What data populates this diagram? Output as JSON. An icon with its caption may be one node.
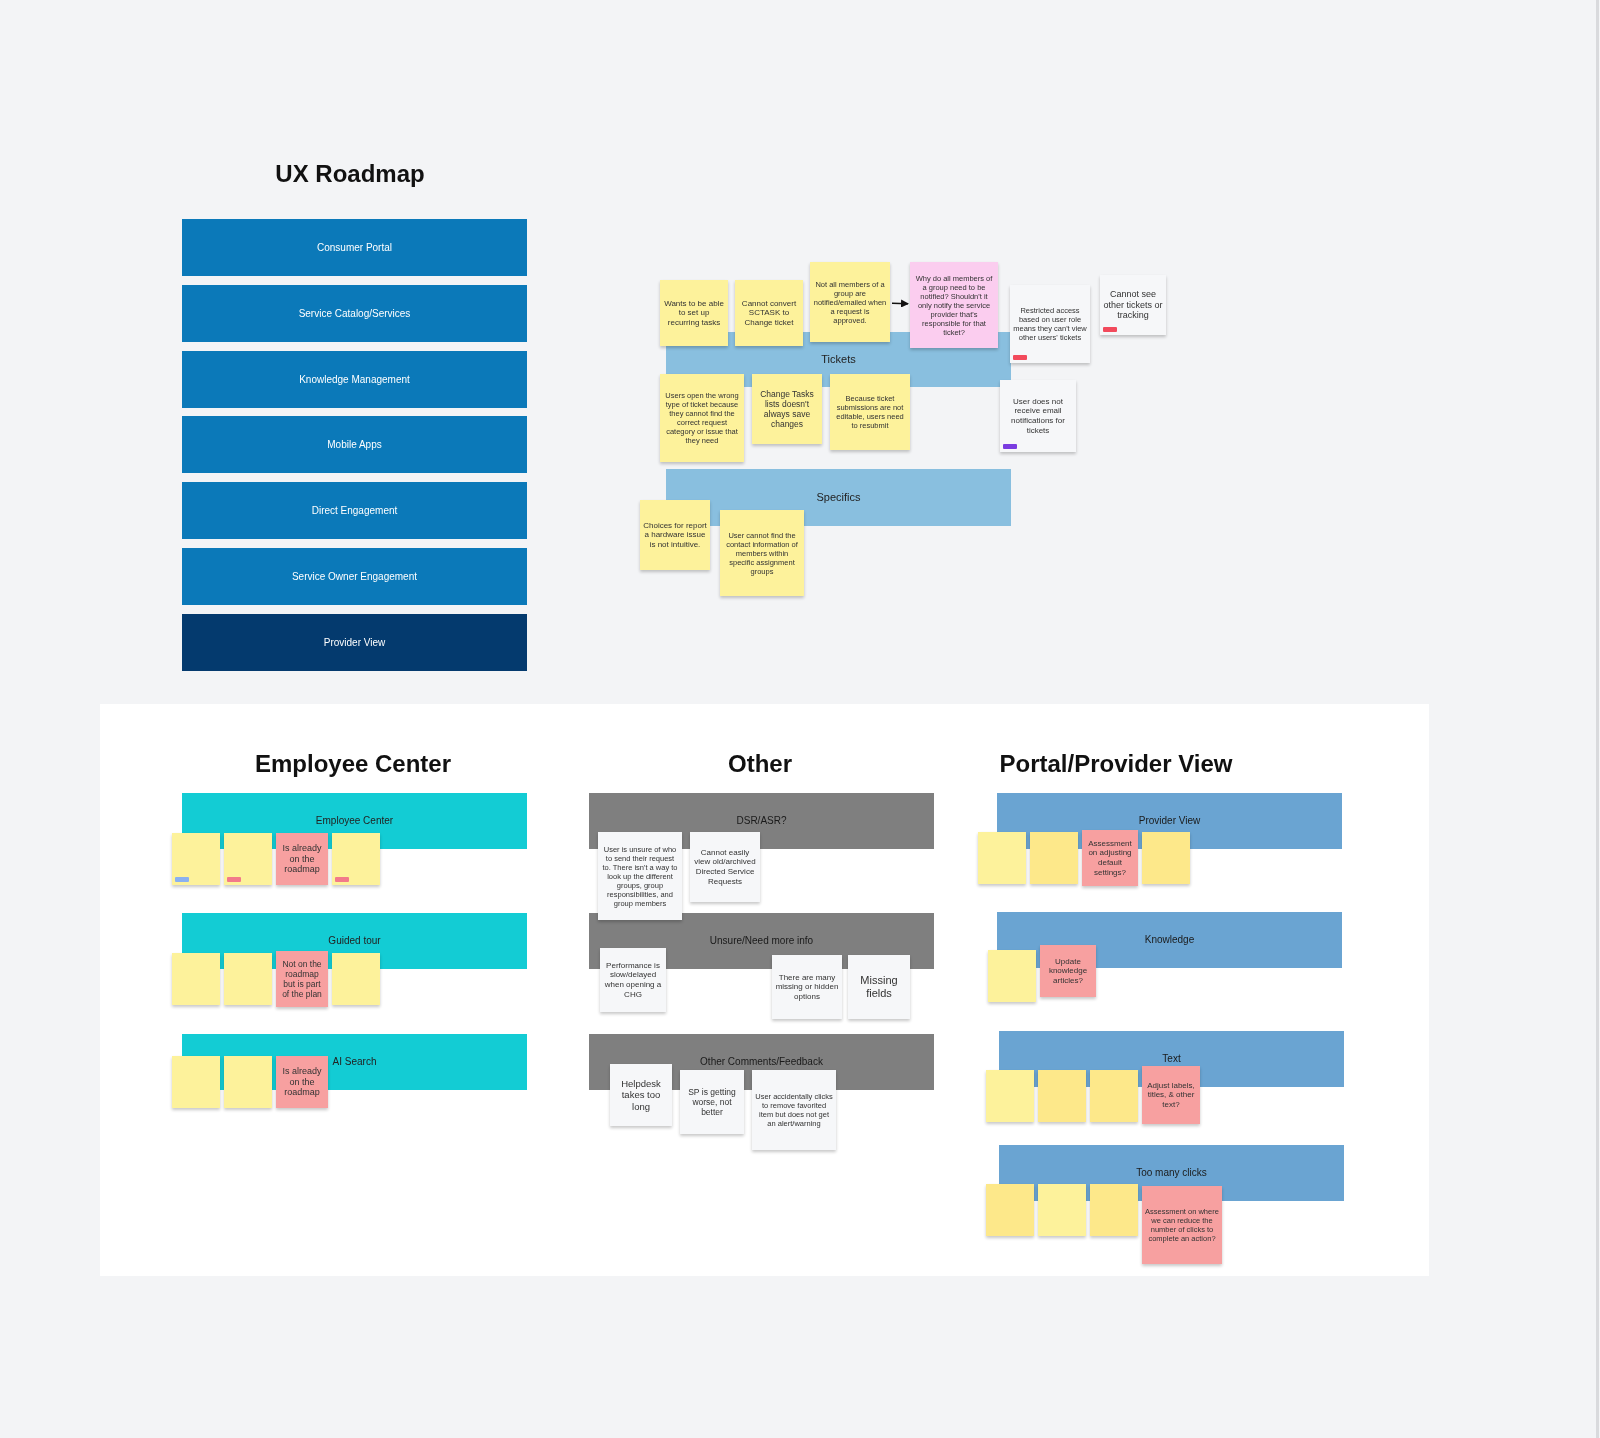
{
  "diagram": {
    "title": "UX Roadmap",
    "nodes": [
      {
        "text": [
          "Consumer Portal"
        ]
      },
      {
        "text": [
          "Service Catalog/Services"
        ]
      },
      {
        "text": [
          "Knowledge Management"
        ]
      },
      {
        "text": [
          "Mobile Apps"
        ]
      },
      {
        "text": [
          "Direct Engagement"
        ]
      },
      {
        "text": [
          "Service Owner Engagement"
        ]
      },
      {
        "text": [
          "Provider View"
        ]
      },
      {
        "text": [
          "Tickets"
        ]
      },
      {
        "text": [
          "Wants to be able to set up recurring tasks"
        ]
      },
      {
        "text": [
          "Cannot convert SCTASK to Change ticket"
        ]
      },
      {
        "text": [
          "Not all members of a group are notified/emailed when a request is approved."
        ]
      },
      {
        "text": [
          "Why do all members of a group need to be notified? Shouldn't it only notify the service provider that's responsible for that ticket?"
        ]
      },
      {
        "text": [
          "Restricted access based on user role means they can't view other users' tickets"
        ]
      },
      {
        "text": [
          "Cannot see other tickets or tracking"
        ]
      },
      {
        "text": [
          "Users open the wrong type of ticket because they cannot find the correct request category or issue that they need"
        ]
      },
      {
        "text": [
          "Change Tasks lists doesn't always save changes"
        ]
      },
      {
        "text": [
          "Because ticket submissions are not editable, users need to resubmit"
        ]
      },
      {
        "text": [
          "User does not receive email notifications for tickets"
        ]
      },
      {
        "text": [
          "Specifics"
        ]
      },
      {
        "text": [
          "Choices for report a hardware issue is not intuitive."
        ]
      },
      {
        "text": [
          "User cannot find the contact information of members within specific assignment groups"
        ]
      },
      {
        "text": [
          "Employee Center"
        ]
      },
      {
        "text": [],
        "shape": "box"
      },
      {
        "text": [],
        "shape": "box"
      },
      {
        "text": [],
        "shape": "box"
      },
      {
        "text": [
          "Is already on the roadmap"
        ]
      },
      {
        "text": [
          "Guided tour"
        ]
      },
      {
        "text": [],
        "shape": "box"
      },
      {
        "text": [],
        "shape": "box"
      },
      {
        "text": [],
        "shape": "box"
      },
      {
        "text": [
          "Not on the roadmap but is part of the plan"
        ]
      },
      {
        "text": [
          "AI Search"
        ]
      },
      {
        "text": [],
        "shape": "box"
      },
      {
        "text": [],
        "shape": "box"
      },
      {
        "text": [
          "Is already on the roadmap"
        ]
      },
      {
        "text": [
          "DSR/ASR?"
        ]
      },
      {
        "text": [
          "User is unsure of who to send their request to. There isn't a way to look up the different groups, group responsibilities, and group members"
        ]
      },
      {
        "text": [
          "Cannot easily view old/archived Directed Service Requests"
        ]
      },
      {
        "text": [
          "Unsure/Need more info"
        ]
      },
      {
        "text": [
          "Performance is slow/delayed when opening a CHG"
        ]
      },
      {
        "text": [
          "There are many missing or hidden options"
        ]
      },
      {
        "text": [
          "Missing fields"
        ]
      },
      {
        "text": [
          "Other Comments/Feedback"
        ]
      },
      {
        "text": [
          "Helpdesk takes too long"
        ]
      },
      {
        "text": [
          "SP is getting worse, not better"
        ]
      },
      {
        "text": [
          "User accidentally clicks to remove favorited item but does not get an alert/warning"
        ]
      },
      {
        "text": [
          "Provider View"
        ]
      },
      {
        "text": [],
        "shape": "box"
      },
      {
        "text": [],
        "shape": "box"
      },
      {
        "text": [],
        "shape": "box"
      },
      {
        "text": [
          "Assessment on adjusting default settings?"
        ]
      },
      {
        "text": [
          "Knowledge"
        ]
      },
      {
        "text": [],
        "shape": "box"
      },
      {
        "text": [
          "Update knowledge articles?"
        ]
      },
      {
        "text": [
          "Text"
        ]
      },
      {
        "text": [],
        "shape": "box"
      },
      {
        "text": [],
        "shape": "box"
      },
      {
        "text": [],
        "shape": "box"
      },
      {
        "text": [
          "Adjust labels, titles, & other text?"
        ]
      },
      {
        "text": [
          "Too many clicks"
        ]
      },
      {
        "text": [],
        "shape": "box"
      },
      {
        "text": [],
        "shape": "box"
      },
      {
        "text": [],
        "shape": "box"
      },
      {
        "text": [
          "Assessment on where we can reduce the number of clicks to complete an action?"
        ]
      }
    ],
    "edges": [
      {
        "from": 10,
        "to": 11,
        "arrow": "to"
      }
    ],
    "labels": [
      "Employee Center",
      "Other",
      "Portal/Provider View"
    ]
  }
}
